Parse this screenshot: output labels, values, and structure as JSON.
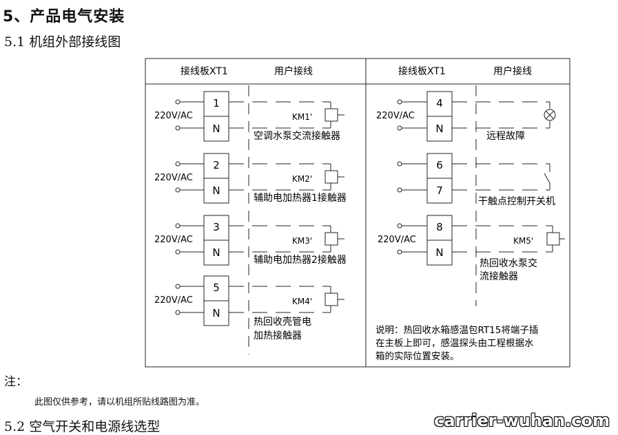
{
  "section_title": "5、产品电气安装",
  "subsection_1": "5.1 机组外部接线图",
  "diagram": {
    "header_left_terminal": "接线板XT1",
    "header_left_user": "用户接线",
    "header_right_terminal": "接线板XT1",
    "header_right_user": "用户接线",
    "voltage": "220V/AC",
    "left_groups": [
      {
        "top": "1",
        "bottom": "N",
        "coil": "KM1'",
        "desc1": "空调水泵交流接触器",
        "desc2": ""
      },
      {
        "top": "2",
        "bottom": "N",
        "coil": "KM2'",
        "desc1": "辅助电加热器1接触器",
        "desc2": ""
      },
      {
        "top": "3",
        "bottom": "N",
        "coil": "KM3'",
        "desc1": "辅助电加热器2接触器",
        "desc2": ""
      },
      {
        "top": "5",
        "bottom": "N",
        "coil": "KM4'",
        "desc1": "热回收壳管电",
        "desc2": "加热接触器"
      }
    ],
    "right_groups": [
      {
        "top": "4",
        "bottom": "N",
        "desc1": "远程故障",
        "desc2": ""
      },
      {
        "top": "6",
        "bottom": "7",
        "desc1": "干触点控制开关机",
        "desc2": ""
      },
      {
        "top": "8",
        "bottom": "N",
        "coil": "KM5'",
        "desc1": "热回收水泵交",
        "desc2": "流接触器"
      }
    ],
    "note_lines": [
      "说明：热回收水箱感温包RT15将端子插",
      "在主板上即可，感温探头由工程根据水",
      "箱的实际位置安装。"
    ]
  },
  "note_label": "注：",
  "note_text": "此图仅供参考，请以机组所贴线路图为准。",
  "subsection_2": "5.2 空气开关和电源线选型",
  "watermark": "carrier-wuhan.com"
}
